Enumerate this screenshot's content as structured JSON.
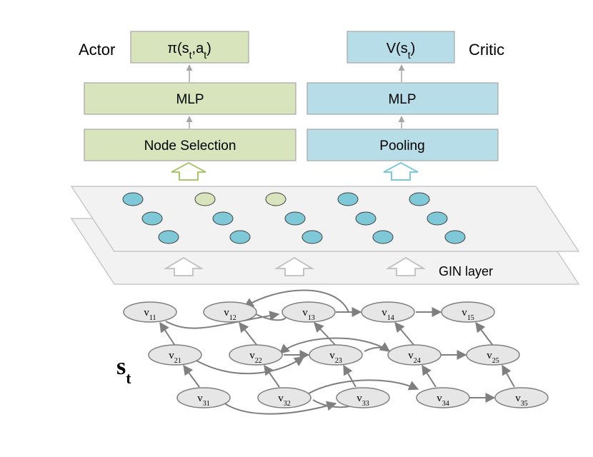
{
  "actor": {
    "side_label": "Actor",
    "output": {
      "main": "π(s",
      "sub1": "t",
      "mid": ",a",
      "sub2": "t",
      "close": ")"
    },
    "mlp_label": "MLP",
    "selection_label": "Node Selection"
  },
  "critic": {
    "side_label": "Critic",
    "output": {
      "main": "V(s",
      "sub": "t",
      "close": ")"
    },
    "mlp_label": "MLP",
    "pooling_label": "Pooling"
  },
  "gin": {
    "label": "GIN layer"
  },
  "state": {
    "main": "s",
    "sub": "t"
  },
  "graph_nodes": [
    {
      "id": "v11",
      "base": "v",
      "sub": "11"
    },
    {
      "id": "v12",
      "base": "v",
      "sub": "12"
    },
    {
      "id": "v13",
      "base": "v",
      "sub": "13"
    },
    {
      "id": "v14",
      "base": "v",
      "sub": "14"
    },
    {
      "id": "v15",
      "base": "v",
      "sub": "15"
    },
    {
      "id": "v21",
      "base": "v",
      "sub": "21"
    },
    {
      "id": "v22",
      "base": "v",
      "sub": "22"
    },
    {
      "id": "v23",
      "base": "v",
      "sub": "23"
    },
    {
      "id": "v24",
      "base": "v",
      "sub": "24"
    },
    {
      "id": "v25",
      "base": "v",
      "sub": "25"
    },
    {
      "id": "v31",
      "base": "v",
      "sub": "31"
    },
    {
      "id": "v32",
      "base": "v",
      "sub": "32"
    },
    {
      "id": "v33",
      "base": "v",
      "sub": "33"
    },
    {
      "id": "v34",
      "base": "v",
      "sub": "34"
    },
    {
      "id": "v35",
      "base": "v",
      "sub": "35"
    }
  ],
  "colors": {
    "actor_fill": "#d8e4bc",
    "critic_fill": "#b7dde8",
    "box_stroke": "#a6a6a6",
    "layer_fill": "#f2f2f2",
    "node_blue": "#7ec8d8",
    "node_green": "#d8e4bc",
    "graph_node_fill": "#e6e6e6",
    "edge": "#7f7f7f",
    "actor_arrow": "#a9c66f",
    "critic_arrow": "#7ec8d8"
  }
}
